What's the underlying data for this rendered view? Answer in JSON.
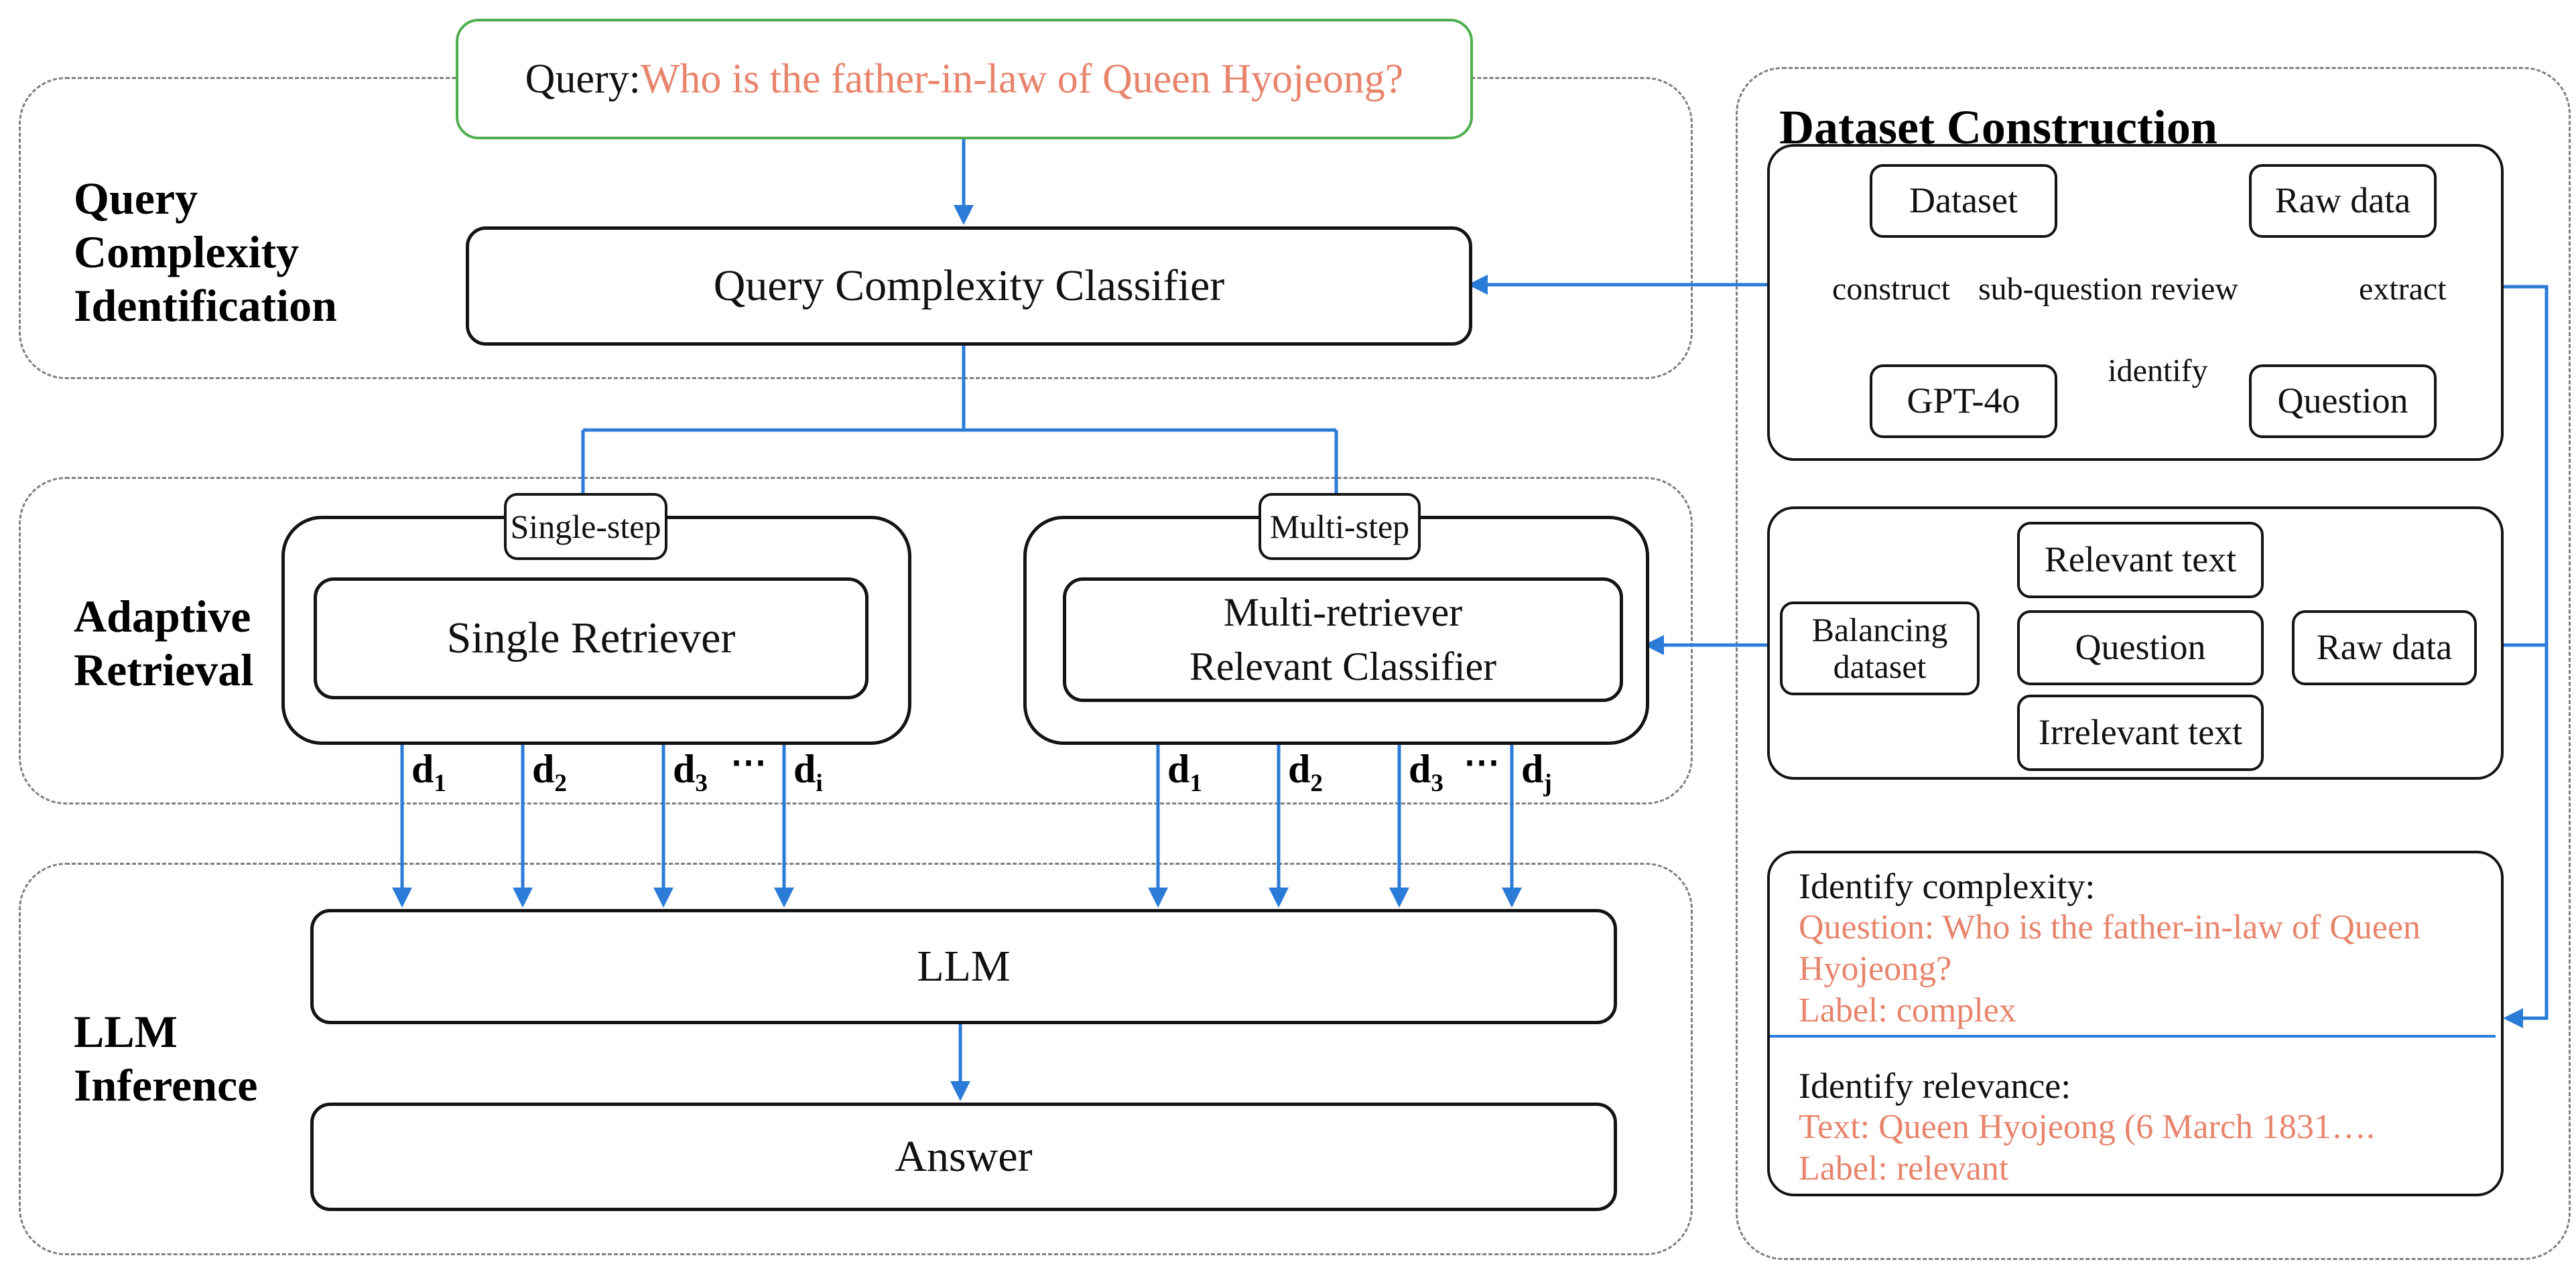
{
  "colors": {
    "accent_blue": "#2b7bd8",
    "salmon_text": "#e8846c",
    "query_border_green": "#4eae4e",
    "dashed_gray": "#7f7f7f",
    "box_border_black": "#141414"
  },
  "query_box": {
    "prefix": "Query: ",
    "question": "Who is the father-in-law of Queen Hyojeong?"
  },
  "sections": {
    "query_complexity": {
      "label": "Query\nComplexity\nIdentification"
    },
    "adaptive_retrieval": {
      "label": "Adaptive\nRetrieval"
    },
    "llm_inference": {
      "label": "LLM\nInference"
    }
  },
  "classifier": {
    "label": "Query Complexity Classifier"
  },
  "retrieval": {
    "single": {
      "step_label": "Single-step",
      "retriever_label": "Single Retriever",
      "docs": [
        {
          "b": "d",
          "s": "1"
        },
        {
          "b": "d",
          "s": "2"
        },
        {
          "b": "d",
          "s": "3"
        },
        {
          "b": "d",
          "s": "i"
        }
      ],
      "dots": "⋯"
    },
    "multi": {
      "step_label": "Multi-step",
      "retriever_label": "Multi-retriever\nRelevant Classifier",
      "docs": [
        {
          "b": "d",
          "s": "1"
        },
        {
          "b": "d",
          "s": "2"
        },
        {
          "b": "d",
          "s": "3"
        },
        {
          "b": "d",
          "s": "j"
        }
      ],
      "dots": "⋯"
    }
  },
  "llm": {
    "label": "LLM"
  },
  "answer": {
    "label": "Answer"
  },
  "dataset_construction": {
    "title": "Dataset Construction",
    "construction_flow": {
      "dataset": "Dataset",
      "raw_data": "Raw data",
      "gpt4o": "GPT-4o",
      "question": "Question",
      "construct_label": "construct",
      "review_label": "sub-question review",
      "extract_label": "extract",
      "identify_label": "identify"
    },
    "balancing_flow": {
      "balancing": "Balancing\ndataset",
      "relevant": "Relevant text",
      "question": "Question",
      "irrelevant": "Irrelevant text",
      "raw_data": "Raw data"
    },
    "examples": {
      "complexity_header": "Identify complexity:",
      "complexity_body": "Question: Who is the father-in-law of Queen\nHyojeong?\nLabel: complex",
      "relevance_header": "Identify relevance:",
      "relevance_body": "Text: Queen Hyojeong (6 March 1831….\nLabel: relevant"
    }
  }
}
